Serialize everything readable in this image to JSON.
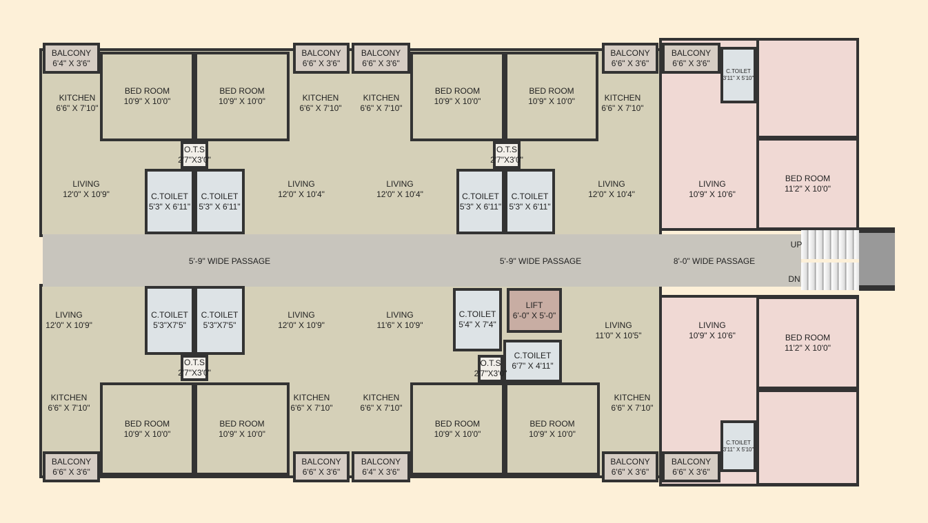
{
  "colors": {
    "background": "#fdf0d8",
    "unit": "#d5d0b8",
    "pink_unit": "#f0d9d4",
    "passage": "#c8c5bd",
    "toilet": "#dde3e6",
    "balcony": "#d6cdc4",
    "lift": "#c8ada3",
    "wall": "#333333",
    "landing": "#999999"
  },
  "passages": [
    {
      "label": "5'-9\" WIDE PASSAGE"
    },
    {
      "label": "5'-9\" WIDE PASSAGE"
    },
    {
      "label": "8'-0\" WIDE PASSAGE"
    }
  ],
  "stairs": {
    "up": "UP",
    "down": "DN"
  },
  "rooms": [
    {
      "name": "BALCONY",
      "size": "6'4\" X 3'6\""
    },
    {
      "name": "BED ROOM",
      "size": "10'9\" X 10'0\""
    },
    {
      "name": "BED ROOM",
      "size": "10'9\" X 10'0\""
    },
    {
      "name": "O.T.S",
      "size": "2'7\"X3'0\""
    },
    {
      "name": "C.TOILET",
      "size": "5'3\" X 6'11\""
    },
    {
      "name": "C.TOILET",
      "size": "5'3\" X 6'11\""
    },
    {
      "name": "KITCHEN",
      "size": "6'6\" X 7'10\""
    },
    {
      "name": "LIVING",
      "size": "12'0\" X 10'9\""
    },
    {
      "name": "BALCONY",
      "size": "6'6\" X 3'6\""
    },
    {
      "name": "KITCHEN",
      "size": "6'6\" X 7'10\""
    },
    {
      "name": "LIVING",
      "size": "12'0\" X 10'4\""
    },
    {
      "name": "BALCONY",
      "size": "6'6\" X 3'6\""
    },
    {
      "name": "KITCHEN",
      "size": "6'6\" X 7'10\""
    },
    {
      "name": "LIVING",
      "size": "12'0\" X 10'4\""
    },
    {
      "name": "BED ROOM",
      "size": "10'9\" X 10'0\""
    },
    {
      "name": "BED ROOM",
      "size": "10'9\" X 10'0\""
    },
    {
      "name": "O.T.S",
      "size": "2'7\"X3'0\""
    },
    {
      "name": "C.TOILET",
      "size": "5'3\" X 6'11\""
    },
    {
      "name": "C.TOILET",
      "size": "5'3\" X 6'11\""
    },
    {
      "name": "BALCONY",
      "size": "6'6\" X 3'6\""
    },
    {
      "name": "KITCHEN",
      "size": "6'6\" X 7'10\""
    },
    {
      "name": "LIVING",
      "size": "12'0\" X 10'4\""
    },
    {
      "name": "BALCONY",
      "size": "6'6\" X 3'6\""
    },
    {
      "name": "C.TOILET",
      "size": "3'11\" X 5'10\""
    },
    {
      "name": "",
      "size": ""
    },
    {
      "name": "BED ROOM",
      "size": "11'2\" X 10'0\""
    },
    {
      "name": "LIVING",
      "size": "10'9\" X 10'6\""
    },
    {
      "name": "LIVING",
      "size": "12'0\" X 10'9\""
    },
    {
      "name": "C.TOILET",
      "size": "5'3\"X7'5\""
    },
    {
      "name": "C.TOILET",
      "size": "5'3\"X7'5\""
    },
    {
      "name": "O.T.S",
      "size": "2'7\"X3'0\""
    },
    {
      "name": "BED ROOM",
      "size": "10'9\" X 10'0\""
    },
    {
      "name": "BED ROOM",
      "size": "10'9\" X 10'0\""
    },
    {
      "name": "KITCHEN",
      "size": "6'6\" X 7'10\""
    },
    {
      "name": "BALCONY",
      "size": "6'6\" X 3'6\""
    },
    {
      "name": "LIVING",
      "size": "12'0\" X 10'9\""
    },
    {
      "name": "KITCHEN",
      "size": "6'6\" X 7'10\""
    },
    {
      "name": "BALCONY",
      "size": "6'6\" X 3'6\""
    },
    {
      "name": "BALCONY",
      "size": "6'4\" X 3'6\""
    },
    {
      "name": "LIVING",
      "size": "11'6\" X 10'9\""
    },
    {
      "name": "C.TOILET",
      "size": "5'4\" X 7'4\""
    },
    {
      "name": "LIFT",
      "size": "6'-0\" X 5'-0\""
    },
    {
      "name": "C.TOILET",
      "size": "6'7\" X 4'11\""
    },
    {
      "name": "O.T.S",
      "size": "2'7\"X3'0\""
    },
    {
      "name": "KITCHEN",
      "size": "6'6\" X 7'10\""
    },
    {
      "name": "BED ROOM",
      "size": "10'9\" X 10'0\""
    },
    {
      "name": "BED ROOM",
      "size": "10'9\" X 10'0\""
    },
    {
      "name": "LIVING",
      "size": "11'0\" X 10'5\""
    },
    {
      "name": "KITCHEN",
      "size": "6'6\" X 7'10\""
    },
    {
      "name": "BALCONY",
      "size": "6'6\" X 3'6\""
    },
    {
      "name": "BALCONY",
      "size": "6'6\" X 3'6\""
    },
    {
      "name": "LIVING",
      "size": "10'9\" X 10'6\""
    },
    {
      "name": "BED ROOM",
      "size": "11'2\" X 10'0\""
    },
    {
      "name": "C.TOILET",
      "size": "3'11\" X 5'10\""
    },
    {
      "name": "",
      "size": ""
    }
  ]
}
